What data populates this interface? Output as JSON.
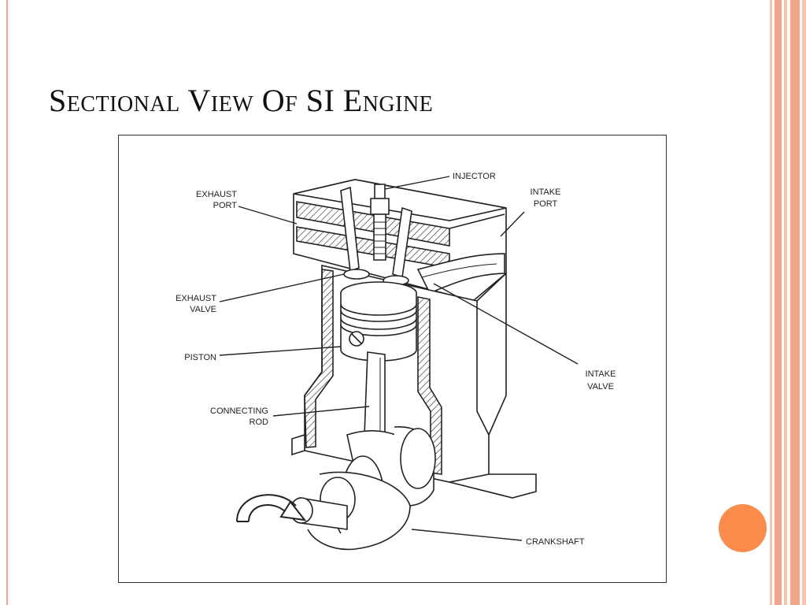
{
  "slide": {
    "title": "Sectional View Of SI Engine"
  },
  "diagram": {
    "labels": {
      "injector": "INJECTOR",
      "exhaust_port": [
        "EXHAUST",
        "PORT"
      ],
      "intake_port": [
        "INTAKE",
        "PORT"
      ],
      "exhaust_valve": [
        "EXHAUST",
        "VALVE"
      ],
      "piston": "PISTON",
      "intake_valve": [
        "INTAKE",
        "VALVE"
      ],
      "connecting_rod": [
        "CONNECTING",
        "ROD"
      ],
      "crankshaft": "CRANKSHAFT"
    }
  },
  "colors": {
    "accent_orange": "#fb8c4c",
    "stripe_light": "#f9c3ad",
    "stripe_mid": "#f4a68a",
    "line": "#222222"
  }
}
